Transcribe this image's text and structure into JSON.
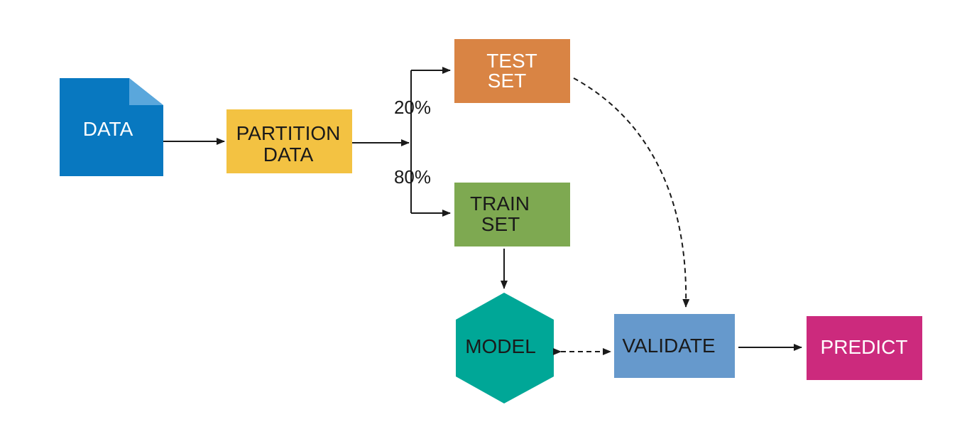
{
  "nodes": {
    "data": {
      "label": "DATA"
    },
    "partition": {
      "line1": "PARTITION",
      "line2": "DATA"
    },
    "test_set": {
      "line1": "TEST",
      "line2": "SET"
    },
    "train_set": {
      "line1": "TRAIN",
      "line2": "SET"
    },
    "model": {
      "label": "MODEL"
    },
    "validate": {
      "label": "VALIDATE"
    },
    "predict": {
      "label": "PREDICT"
    }
  },
  "split": {
    "test_pct": "20%",
    "train_pct": "80%"
  },
  "colors": {
    "data": "#0878c0",
    "data_fold": "#5aa7dc",
    "partition": "#f3c242",
    "test_set": "#d98444",
    "train_set": "#7ea951",
    "model": "#00a797",
    "validate": "#6699cc",
    "predict": "#cc2a7d",
    "arrow": "#1a1a1a"
  }
}
